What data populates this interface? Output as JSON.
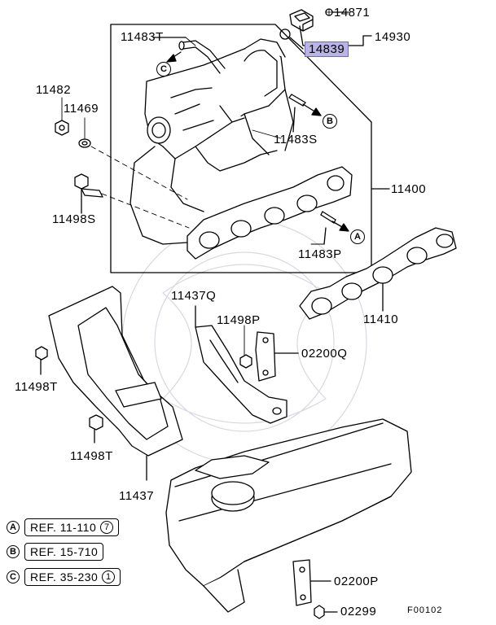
{
  "labels": {
    "p14871": "14871",
    "p14930": "14930",
    "p14839": "14839",
    "p11483T": "11483T",
    "p11482": "11482",
    "p11469": "11469",
    "p11483S": "11483S",
    "p11400": "11400",
    "p11498S": "11498S",
    "p11483P": "11483P",
    "p11410": "11410",
    "p11437Q": "11437Q",
    "p11498P": "11498P",
    "p02200Q": "02200Q",
    "p11498T_a": "11498T",
    "p11498T_b": "11498T",
    "p11437": "11437",
    "p02200P": "02200P",
    "p02299": "02299"
  },
  "callouts": {
    "a": "A",
    "b": "B",
    "c": "C"
  },
  "references": [
    {
      "key": "A",
      "text": "REF. 11-110",
      "sub": "7"
    },
    {
      "key": "B",
      "text": "REF. 15-710",
      "sub": ""
    },
    {
      "key": "C",
      "text": "REF. 35-230",
      "sub": "1"
    }
  ],
  "figure_code": "F00102",
  "colors": {
    "highlight": "#b9b3e6",
    "line": "#000000"
  }
}
